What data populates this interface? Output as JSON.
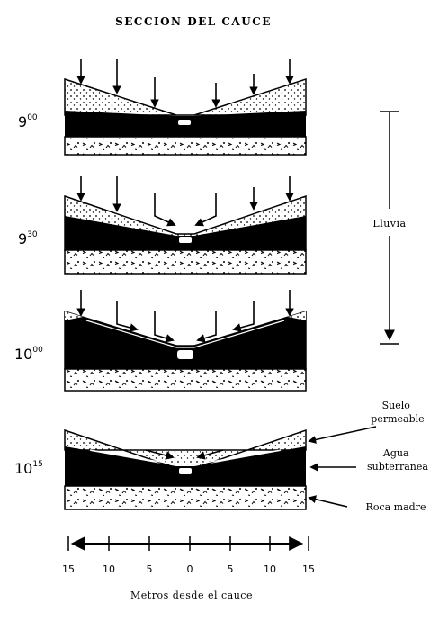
{
  "title": "SECCION DEL CAUCE",
  "stages": [
    {
      "hour": "9",
      "minutes": "00"
    },
    {
      "hour": "9",
      "minutes": "30"
    },
    {
      "hour": "10",
      "minutes": "00"
    },
    {
      "hour": "10",
      "minutes": "15"
    }
  ],
  "rain_label": "Lluvia",
  "legend": {
    "permeable_soil": [
      "Suelo",
      "permeable"
    ],
    "groundwater": [
      "Agua",
      "subterranea"
    ],
    "bedrock": "Roca madre"
  },
  "axis": {
    "ticks": [
      "15",
      "10",
      "5",
      "0",
      "5",
      "10",
      "15"
    ],
    "label": "Metros desde el cauce"
  }
}
